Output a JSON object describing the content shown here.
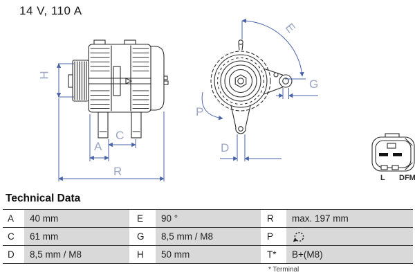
{
  "title": "14 V, 110 A",
  "drawings": {
    "side_view": {
      "labels": {
        "h": "H",
        "a": "A",
        "c": "C",
        "r": "R"
      }
    },
    "front_view": {
      "labels": {
        "e": "E",
        "g": "G",
        "p": "P",
        "d": "D"
      }
    },
    "connector": {
      "labels": {
        "l": "L",
        "dfm": "DFM"
      }
    }
  },
  "technical_data": {
    "heading": "Technical Data",
    "cells": {
      "a": {
        "key": "A",
        "value": "40 mm"
      },
      "c": {
        "key": "C",
        "value": "61 mm"
      },
      "d": {
        "key": "D",
        "value": "8,5 mm / M8"
      },
      "e": {
        "key": "E",
        "value": "90 °"
      },
      "g": {
        "key": "G",
        "value": "8,5 mm / M8"
      },
      "h": {
        "key": "H",
        "value": "50 mm"
      },
      "r": {
        "key": "R",
        "value": "max. 197 mm"
      },
      "p": {
        "key": "P",
        "value": "",
        "icon": "rotation-direction-icon"
      },
      "t": {
        "key": "T*",
        "value": "B+(M8)"
      }
    },
    "footnote": "* Terminal"
  },
  "colors": {
    "dimension_blue": "#4a63a8",
    "dimension_label": "#9aa6c4",
    "drawing_ink": "#2b2b2b",
    "table_row_bg": "#d9d9d9",
    "table_rule": "#3b3b3b"
  }
}
